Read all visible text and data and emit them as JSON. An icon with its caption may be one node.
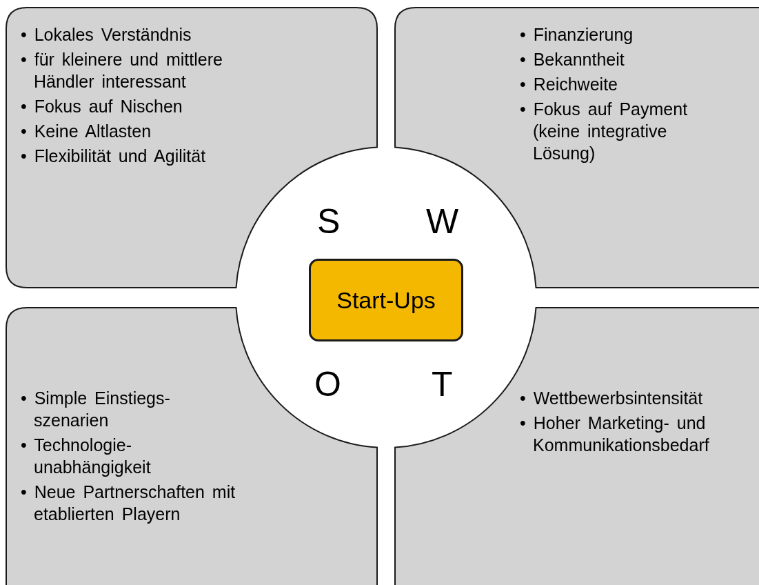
{
  "diagram": {
    "nodes": [
      {
        "text": [
          "• Lokales Verständnis",
          "• für kleinere und mittlere Händler interessant",
          "• Fokus auf Nischen",
          "• Keine Altlasten",
          "• Flexibilität und Agilität"
        ]
      },
      {
        "text": [
          "• Finanzierung",
          "• Bekanntheit",
          "• Reichweite",
          "• Fokus auf Payment (keine integrative Lösung)"
        ]
      },
      {
        "text": [
          "• Simple Einstiegs- szenarien",
          "• Technologie- unabhängigkeit",
          "• Neue Partnerschaften mit etablierten Playern"
        ]
      },
      {
        "text": [
          "• Wettbewerbsintensität",
          "• Hoher Marketing- und Kommunikationsbedarf"
        ]
      },
      {
        "text": [
          "S",
          "W",
          "O",
          "T"
        ]
      },
      {
        "text": [
          "Start-Ups"
        ],
        "in": 4
      }
    ]
  }
}
